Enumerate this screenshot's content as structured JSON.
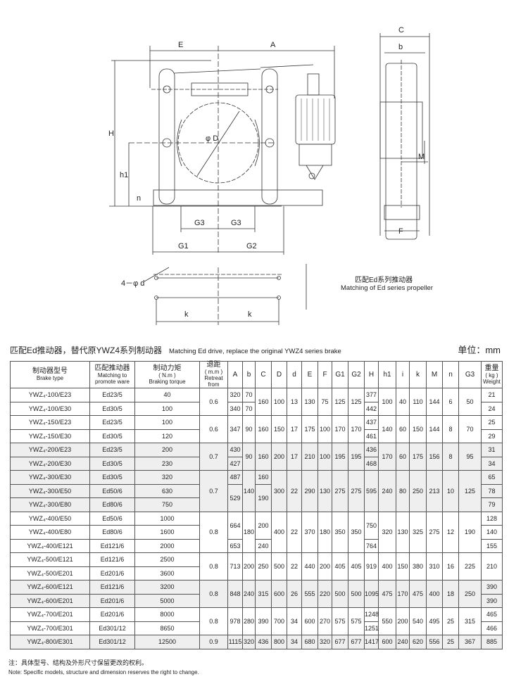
{
  "drawing": {
    "labels": {
      "E": "E",
      "A": "A",
      "H": "H",
      "h1": "h1",
      "n": "n",
      "phiD": "φ D",
      "G3a": "G3",
      "G3b": "G3",
      "G1": "G1",
      "G2": "G2",
      "C": "C",
      "b": "b",
      "M": "M",
      "F": "F",
      "foot": "4－φ d",
      "k1": "k",
      "k2": "k"
    },
    "caption_cn": "匹配Ed系列推动器",
    "caption_en": "Matching of Ed series propeller"
  },
  "title": {
    "cn": "匹配Ed推动器，替代原YWZ4系列制动器",
    "en": "Matching Ed drive, replace the original YWZ4 series brake"
  },
  "units": "单位：mm",
  "table": {
    "headers": {
      "type": {
        "cn": "制动器型号",
        "en": "Brake type"
      },
      "drive": {
        "cn": "匹配推动器",
        "en": "Matching to promote ware"
      },
      "torque": {
        "cn": "制动力矩",
        "unit": "( N.m )",
        "en": "Braking torque"
      },
      "retreat": {
        "cn": "退距",
        "unit": "( m.m )",
        "en": "Retreat from"
      },
      "dims": [
        "A",
        "b",
        "C",
        "D",
        "d",
        "E",
        "F",
        "G1",
        "G2",
        "H",
        "h1",
        "i",
        "k",
        "M",
        "n",
        "G3"
      ],
      "weight": {
        "cn": "重量",
        "unit": "( kg )",
        "en": "Weight"
      }
    },
    "groups": [
      {
        "shade": false,
        "rows": [
          [
            "YWZ₄-100/E23",
            "Ed23/5",
            "40"
          ],
          [
            "YWZ₄-100/E30",
            "Ed30/5",
            "100"
          ]
        ],
        "retreat": [
          "0.6",
          null
        ],
        "cols": [
          [
            "320",
            "340"
          ],
          [
            "70",
            "70"
          ],
          [
            "160",
            null
          ],
          [
            "100",
            null
          ],
          [
            "13",
            null
          ],
          [
            "130",
            null
          ],
          [
            "75",
            null
          ],
          [
            "125",
            null
          ],
          [
            "125",
            null
          ],
          [
            "377",
            "442"
          ],
          [
            "100",
            null
          ],
          [
            "40",
            null
          ],
          [
            "110",
            null
          ],
          [
            "144",
            null
          ],
          [
            "6",
            null
          ],
          [
            "50",
            null
          ]
        ],
        "weight": [
          "21",
          "24"
        ]
      },
      {
        "shade": false,
        "rows": [
          [
            "YWZ₄-150/E23",
            "Ed23/5",
            "100"
          ],
          [
            "YWZ₄-150/E30",
            "Ed30/5",
            "120"
          ]
        ],
        "retreat": [
          "0.6",
          null
        ],
        "cols": [
          [
            "347",
            null
          ],
          [
            "90",
            null
          ],
          [
            "160",
            null
          ],
          [
            "150",
            null
          ],
          [
            "17",
            null
          ],
          [
            "175",
            null
          ],
          [
            "100",
            null
          ],
          [
            "170",
            null
          ],
          [
            "170",
            null
          ],
          [
            "437",
            "461"
          ],
          [
            "140",
            null
          ],
          [
            "60",
            null
          ],
          [
            "150",
            null
          ],
          [
            "144",
            null
          ],
          [
            "8",
            null
          ],
          [
            "70",
            null
          ]
        ],
        "weight": [
          "25",
          "29"
        ]
      },
      {
        "shade": true,
        "rows": [
          [
            "YWZ₄-200/E23",
            "Ed23/5",
            "200"
          ],
          [
            "YWZ₄-200/E30",
            "Ed30/5",
            "230"
          ]
        ],
        "retreat": [
          "0.7",
          null
        ],
        "cols": [
          [
            "430",
            "427"
          ],
          [
            "90",
            null
          ],
          [
            "160",
            null
          ],
          [
            "200",
            null
          ],
          [
            "17",
            null
          ],
          [
            "210",
            null
          ],
          [
            "100",
            null
          ],
          [
            "195",
            null
          ],
          [
            "195",
            null
          ],
          [
            "436",
            "468"
          ],
          [
            "170",
            null
          ],
          [
            "60",
            null
          ],
          [
            "175",
            null
          ],
          [
            "156",
            null
          ],
          [
            "8",
            null
          ],
          [
            "95",
            null
          ]
        ],
        "weight": [
          "31",
          "34"
        ]
      },
      {
        "shade": true,
        "rows": [
          [
            "YWZ₄-300/E30",
            "Ed30/5",
            "320"
          ],
          [
            "YWZ₄-300/E50",
            "Ed50/6",
            "630"
          ],
          [
            "YWZ₄-300/E80",
            "Ed80/6",
            "750"
          ]
        ],
        "retreat": [
          "0.7",
          null,
          null
        ],
        "cols": [
          [
            "487",
            "529",
            null
          ],
          [
            "140",
            null,
            null
          ],
          [
            "160",
            "190",
            null
          ],
          [
            "300",
            null,
            null
          ],
          [
            "22",
            null,
            null
          ],
          [
            "290",
            null,
            null
          ],
          [
            "130",
            null,
            null
          ],
          [
            "275",
            null,
            null
          ],
          [
            "275",
            null,
            null
          ],
          [
            "595",
            null,
            null
          ],
          [
            "240",
            null,
            null
          ],
          [
            "80",
            null,
            null
          ],
          [
            "250",
            null,
            null
          ],
          [
            "213",
            null,
            null
          ],
          [
            "10",
            null,
            null
          ],
          [
            "125",
            null,
            null
          ]
        ],
        "weight": [
          "65",
          "78",
          "79"
        ]
      },
      {
        "shade": false,
        "rows": [
          [
            "YWZ₄-400/E50",
            "Ed50/6",
            "1000"
          ],
          [
            "YWZ₄-400/E80",
            "Ed80/6",
            "1600"
          ],
          [
            "YWZ₄-400/E121",
            "Ed121/6",
            "2000"
          ]
        ],
        "retreat": [
          "0.8",
          null,
          null
        ],
        "cols": [
          [
            "664",
            null,
            "653"
          ],
          [
            "180",
            null,
            null
          ],
          [
            "200",
            null,
            "240"
          ],
          [
            "400",
            null,
            null
          ],
          [
            "22",
            null,
            null
          ],
          [
            "370",
            null,
            null
          ],
          [
            "180",
            null,
            null
          ],
          [
            "350",
            null,
            null
          ],
          [
            "350",
            null,
            null
          ],
          [
            "750",
            null,
            "764"
          ],
          [
            "320",
            null,
            null
          ],
          [
            "130",
            null,
            null
          ],
          [
            "325",
            null,
            null
          ],
          [
            "275",
            null,
            null
          ],
          [
            "12",
            null,
            null
          ],
          [
            "190",
            null,
            null
          ]
        ],
        "weight": [
          "128",
          "140",
          "155"
        ]
      },
      {
        "shade": false,
        "rows": [
          [
            "YWZ₄-500/E121",
            "Ed121/6",
            "2500"
          ],
          [
            "YWZ₄-500/E201",
            "Ed201/6",
            "3600"
          ]
        ],
        "retreat": [
          "0.8",
          null
        ],
        "cols": [
          [
            "713",
            null
          ],
          [
            "200",
            null
          ],
          [
            "250",
            null
          ],
          [
            "500",
            null
          ],
          [
            "22",
            null
          ],
          [
            "440",
            null
          ],
          [
            "200",
            null
          ],
          [
            "405",
            null
          ],
          [
            "405",
            null
          ],
          [
            "919",
            null
          ],
          [
            "400",
            null
          ],
          [
            "150",
            null
          ],
          [
            "380",
            null
          ],
          [
            "310",
            null
          ],
          [
            "16",
            null
          ],
          [
            "225",
            null
          ]
        ],
        "weight": [
          "210",
          null
        ]
      },
      {
        "shade": true,
        "rows": [
          [
            "YWZ₄-600/E121",
            "Ed121/6",
            "3200"
          ],
          [
            "YWZ₄-600/E201",
            "Ed201/6",
            "5000"
          ]
        ],
        "retreat": [
          "0.8",
          null
        ],
        "cols": [
          [
            "848",
            null
          ],
          [
            "240",
            null
          ],
          [
            "315",
            null
          ],
          [
            "600",
            null
          ],
          [
            "26",
            null
          ],
          [
            "555",
            null
          ],
          [
            "220",
            null
          ],
          [
            "500",
            null
          ],
          [
            "500",
            null
          ],
          [
            "1095",
            null
          ],
          [
            "475",
            null
          ],
          [
            "170",
            null
          ],
          [
            "475",
            null
          ],
          [
            "400",
            null
          ],
          [
            "18",
            null
          ],
          [
            "250",
            null
          ]
        ],
        "weight": [
          "390",
          "390"
        ]
      },
      {
        "shade": false,
        "rows": [
          [
            "YWZ₄-700/E201",
            "Ed201/6",
            "8000"
          ],
          [
            "YWZ₄-700/E301",
            "Ed301/12",
            "8650"
          ]
        ],
        "retreat": [
          "0.8",
          null
        ],
        "cols": [
          [
            "978",
            null
          ],
          [
            "280",
            null
          ],
          [
            "390",
            null
          ],
          [
            "700",
            null
          ],
          [
            "34",
            null
          ],
          [
            "600",
            null
          ],
          [
            "270",
            null
          ],
          [
            "575",
            null
          ],
          [
            "575",
            null
          ],
          [
            "1248",
            "1251"
          ],
          [
            "550",
            null
          ],
          [
            "200",
            null
          ],
          [
            "540",
            null
          ],
          [
            "495",
            null
          ],
          [
            "25",
            null
          ],
          [
            "315",
            null
          ]
        ],
        "weight": [
          "465",
          "466"
        ]
      },
      {
        "shade": true,
        "rows": [
          [
            "YWZ₄-800/E301",
            "Ed301/12",
            "12500"
          ]
        ],
        "retreat": [
          "0.9"
        ],
        "cols": [
          [
            "1115"
          ],
          [
            "320"
          ],
          [
            "436"
          ],
          [
            "800"
          ],
          [
            "34"
          ],
          [
            "680"
          ],
          [
            "320"
          ],
          [
            "677"
          ],
          [
            "677"
          ],
          [
            "1417"
          ],
          [
            "600"
          ],
          [
            "240"
          ],
          [
            "620"
          ],
          [
            "556"
          ],
          [
            "25"
          ],
          [
            "367"
          ]
        ],
        "weight": [
          "885"
        ]
      }
    ]
  },
  "notes": {
    "cn": "注：具体型号、结构及外形尺寸保留更改的权利。",
    "en": "Note:  Specific models, structure and dimension reserves the right to change."
  }
}
